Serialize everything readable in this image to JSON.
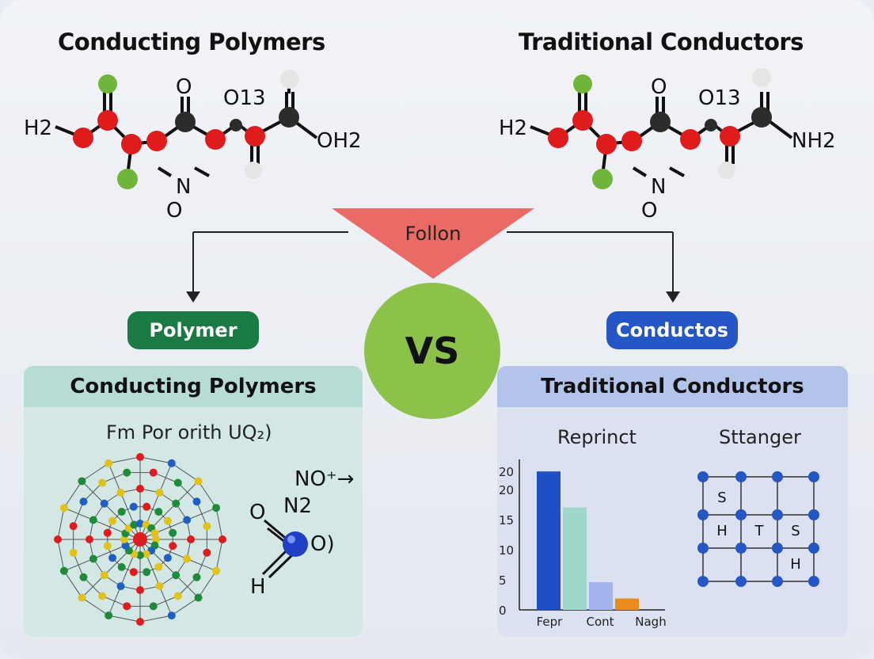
{
  "header": {
    "left_title": "Conducting Polymers",
    "right_title": "Traditional Conductors"
  },
  "molecule_labels": {
    "left": {
      "h2": "H2",
      "o_top": "O",
      "o13": "O13",
      "oh2": "OH2",
      "n": "N",
      "o_bottom": "O"
    },
    "right": {
      "h2": "H2",
      "o_top": "O",
      "o13": "O13",
      "nh2": "NH2",
      "n": "N",
      "o_bottom": "O"
    }
  },
  "flow": {
    "center_label": "Follon",
    "triangle_color": "#ea6a66",
    "vs_label": "VS",
    "vs_color": "#8dc24a"
  },
  "pills": {
    "left": {
      "label": "Polymer",
      "color": "#1a7a43"
    },
    "right": {
      "label": "Conductos",
      "color": "#2457c5"
    }
  },
  "panel_left": {
    "title": "Conducting Polymers",
    "subtitle": "Fm Por orith UQ₂)",
    "molecule_labels": {
      "no": "NO⁺→",
      "n2": "N2",
      "o": "O",
      "o_right": "O)",
      "h": "H"
    }
  },
  "panel_right": {
    "title": "Traditional Conductors",
    "chart_heading": "Reprinct",
    "grid_heading": "Sttanger",
    "grid_letters": [
      "S",
      "H",
      "T",
      "S",
      "H"
    ]
  },
  "chart_data": {
    "type": "bar",
    "title": "Reprinct",
    "categories": [
      "Fepr",
      "",
      "Cont",
      "Nagh"
    ],
    "tick_labels_x": [
      "Fepr",
      "Cont",
      "Nagh"
    ],
    "tick_labels_y": [
      "0",
      "5",
      "10",
      "15",
      "20",
      "20"
    ],
    "values": [
      23,
      17,
      4.6,
      1.9
    ],
    "colors": [
      "#1f4fc4",
      "#9ed8cb",
      "#a4b4ec",
      "#e98b1e"
    ],
    "ylim": [
      0,
      25
    ]
  }
}
